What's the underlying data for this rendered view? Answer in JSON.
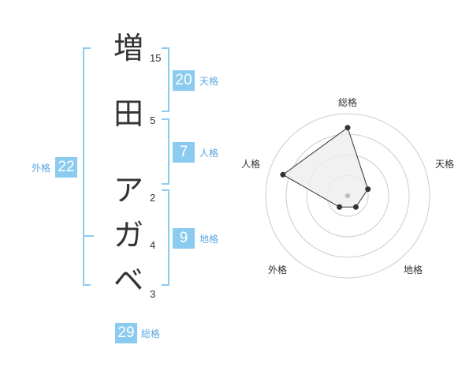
{
  "name_chars": [
    {
      "char": "増",
      "strokes": "15"
    },
    {
      "char": "田",
      "strokes": "5"
    },
    {
      "char": "ア",
      "strokes": "2"
    },
    {
      "char": "ガ",
      "strokes": "4"
    },
    {
      "char": "ベ",
      "strokes": "3"
    }
  ],
  "fortunes": {
    "tenkaku": {
      "value": "20",
      "label": "天格"
    },
    "jinkaku": {
      "value": "7",
      "label": "人格"
    },
    "chikaku": {
      "value": "9",
      "label": "地格"
    },
    "gaikaku": {
      "value": "22",
      "label": "外格"
    },
    "soukaku": {
      "value": "29",
      "label": "総格"
    }
  },
  "colors": {
    "accent": "#8ccbf0",
    "label_text": "#5aa7de"
  },
  "chart_data": {
    "type": "radar",
    "axes": [
      "総格",
      "天格",
      "地格",
      "外格",
      "人格"
    ],
    "values": [
      0.83,
      0.26,
      0.17,
      0.17,
      0.83
    ],
    "range": [
      0,
      1
    ]
  }
}
